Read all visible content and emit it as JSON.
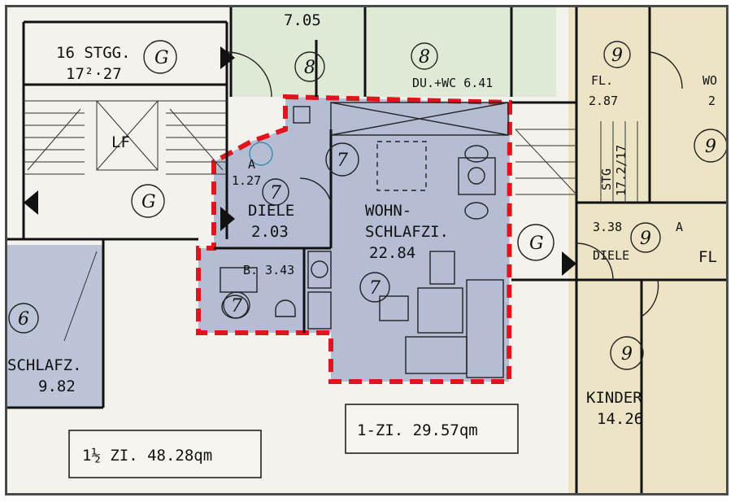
{
  "rooms": {
    "stairs": {
      "label": "16 STGG.",
      "sub": "17²·27",
      "marker": "G"
    },
    "top_room": {
      "label": "7.05",
      "marker": "8"
    },
    "bath_top": {
      "label": "DU.+WC 6.41",
      "marker": "8"
    },
    "hall_right": {
      "label": "FL.",
      "sub": "2.87",
      "marker": "9"
    },
    "wo_right": {
      "label": "WO",
      "sub": "2",
      "marker": "9"
    },
    "lift": {
      "label": "LF"
    },
    "corridor": {
      "marker": "G"
    },
    "entry": {
      "label": "A",
      "sub": "1.27",
      "marker": "7"
    },
    "diele": {
      "label": "DIELE",
      "sub": "2.03"
    },
    "bath": {
      "label": "B. 3.43",
      "marker": "7"
    },
    "wohn": {
      "label": "WOHN-",
      "label2": "SCHLAFZI.",
      "sub": "22.84",
      "marker": "7",
      "marker2": "7"
    },
    "stair_right": {
      "label": "STG",
      "sub": "17.2/17"
    },
    "diele_right": {
      "label": "DIELE",
      "sub": "3.38",
      "marker": "9"
    },
    "fl_right": {
      "label": "FL",
      "prefix": "A"
    },
    "corridor_right": {
      "marker": "G"
    },
    "kinder": {
      "label": "KINDER",
      "sub": "14.26",
      "marker": "9"
    },
    "schlafz": {
      "label": "SCHLAFZ.",
      "sub": "9.82",
      "marker": "6"
    }
  },
  "areas": {
    "one_half_room": "1½ ZI. 48.28qm",
    "one_room": "1-ZI. 29.57qm"
  },
  "colors": {
    "highlight_border": "#e0141c",
    "apartment_fill": "#b4bdd3",
    "green_zone": "#dfead6",
    "yellow_zone": "#ece4c4",
    "blue_zone": "#bcc5d8"
  }
}
